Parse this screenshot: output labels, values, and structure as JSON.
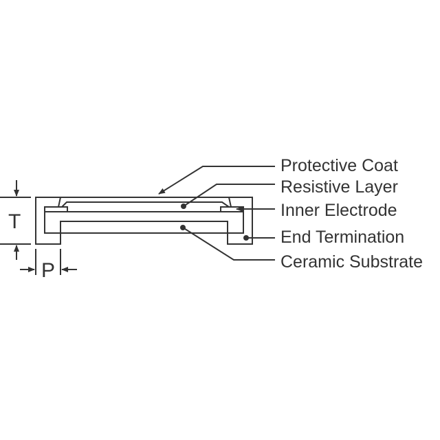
{
  "labels": {
    "protective_coat": "Protective Coat",
    "resistive_layer": "Resistive Layer",
    "inner_electrode": "Inner Electrode",
    "end_termination": "End Termination",
    "ceramic_substrate": "Ceramic Substrate"
  },
  "dimensions": {
    "thickness": "T",
    "pad": "P"
  },
  "colors": {
    "line": "#333333",
    "background": "#ffffff"
  }
}
